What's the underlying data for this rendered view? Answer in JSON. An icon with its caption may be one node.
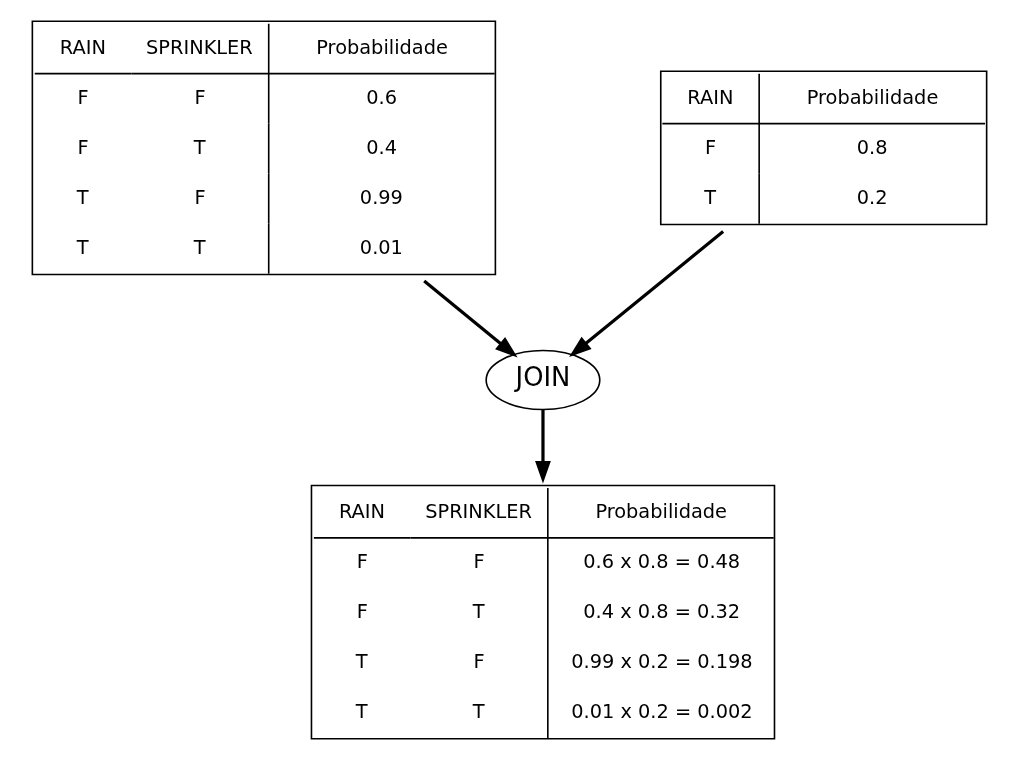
{
  "diagram": {
    "nodes": [
      {
        "text": [
          "RAIN",
          "SPRINKLER",
          "Probabilidade",
          "F",
          "F",
          "0.6",
          "F",
          "T",
          "0.4",
          "T",
          "F",
          "0.99",
          "T",
          "T",
          "0.01"
        ]
      },
      {
        "text": [
          "RAIN",
          "Probabilidade",
          "F",
          "0.8",
          "T",
          "0.2"
        ]
      },
      {
        "text": [
          "JOIN"
        ]
      },
      {
        "text": [
          "RAIN",
          "SPRINKLER",
          "Probabilidade",
          "F",
          "F",
          "0.6 x 0.8 = 0.48",
          "F",
          "T",
          "0.4 x 0.8 = 0.32",
          "T",
          "F",
          "0.99 x 0.2 = 0.198",
          "T",
          "T",
          "0.01 x 0.2 = 0.002"
        ]
      }
    ],
    "edges": [
      {
        "from": 0,
        "to": 2,
        "arrow": "to"
      },
      {
        "from": 1,
        "to": 2,
        "arrow": "to"
      },
      {
        "from": 2,
        "to": 3,
        "arrow": "to"
      }
    ]
  }
}
